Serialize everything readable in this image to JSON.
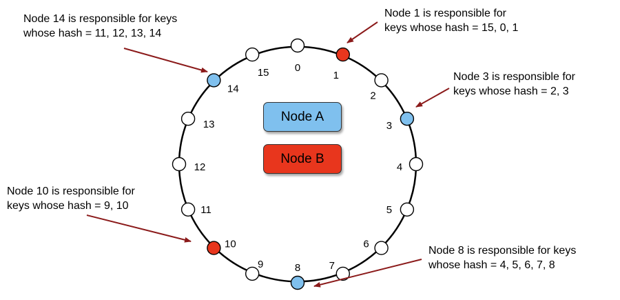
{
  "legend": {
    "node_a": {
      "label": "Node A",
      "color": "#7fc0ee"
    },
    "node_b": {
      "label": "Node B",
      "color": "#e8361d"
    }
  },
  "ring": {
    "positions": [
      {
        "label": "0",
        "state": "empty"
      },
      {
        "label": "1",
        "state": "node-b"
      },
      {
        "label": "2",
        "state": "empty"
      },
      {
        "label": "3",
        "state": "node-a"
      },
      {
        "label": "4",
        "state": "empty"
      },
      {
        "label": "5",
        "state": "empty"
      },
      {
        "label": "6",
        "state": "empty"
      },
      {
        "label": "7",
        "state": "empty"
      },
      {
        "label": "8",
        "state": "node-a"
      },
      {
        "label": "9",
        "state": "empty"
      },
      {
        "label": "10",
        "state": "node-b"
      },
      {
        "label": "11",
        "state": "empty"
      },
      {
        "label": "12",
        "state": "empty"
      },
      {
        "label": "13",
        "state": "empty"
      },
      {
        "label": "14",
        "state": "node-a"
      },
      {
        "label": "15",
        "state": "empty"
      }
    ]
  },
  "annotations": {
    "node14": {
      "line1": "Node 14 is responsible for keys",
      "line2": "whose hash = 11, 12, 13, 14"
    },
    "node1": {
      "line1": "Node 1 is responsible for",
      "line2": "keys whose hash = 15, 0, 1"
    },
    "node3": {
      "line1": "Node 3 is responsible for",
      "line2": "keys whose hash = 2, 3"
    },
    "node10": {
      "line1": "Node 10 is responsible for",
      "line2": "keys whose hash = 9, 10"
    },
    "node8": {
      "line1": "Node 8 is responsible for keys",
      "line2": "whose hash = 4, 5, 6, 7, 8"
    }
  },
  "colors": {
    "arrow": "#8b1a1a",
    "ring": "#000000",
    "empty_node": "#ffffff"
  }
}
